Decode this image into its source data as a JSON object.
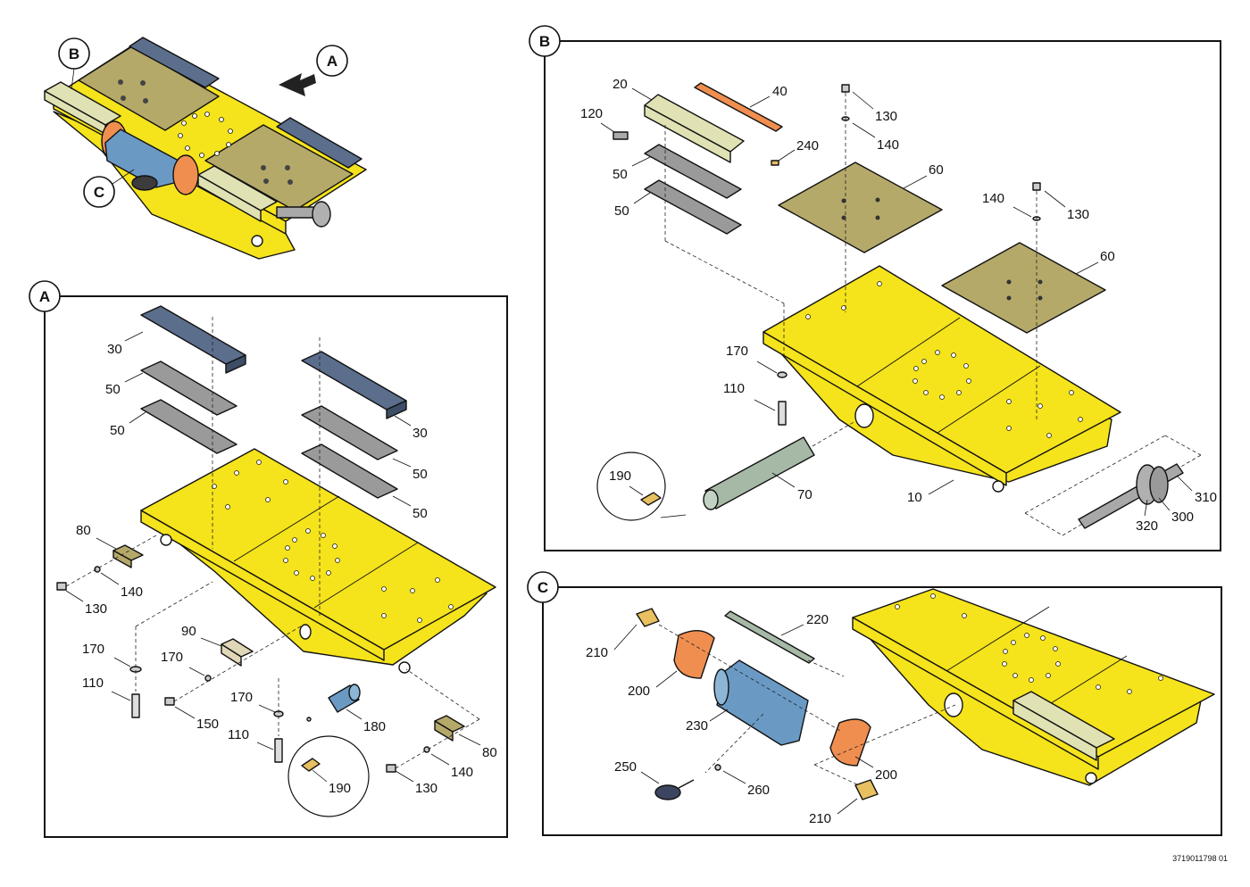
{
  "callouts": {
    "A": "A",
    "B": "B",
    "C": "C"
  },
  "labels": {
    "a30a": "30",
    "a50a": "50",
    "a50b": "50",
    "a30b": "30",
    "a50c": "50",
    "a50d": "50",
    "a80a": "80",
    "a140a": "140",
    "a130a": "130",
    "a170a": "170",
    "a110a": "110",
    "a90": "90",
    "a170b": "170",
    "a150": "150",
    "a170c": "170",
    "a110b": "110",
    "a180": "180",
    "a190": "190",
    "a80b": "80",
    "a140b": "140",
    "a130b": "130",
    "b20": "20",
    "b40": "40",
    "b120": "120",
    "b130a": "130",
    "b140a": "140",
    "b240": "240",
    "b50a": "50",
    "b50b": "50",
    "b60a": "60",
    "b140b": "140",
    "b130b": "130",
    "b60b": "60",
    "b170": "170",
    "b110": "110",
    "b190": "190",
    "b70": "70",
    "b10": "10",
    "b310": "310",
    "b300": "300",
    "b320": "320",
    "c220": "220",
    "c210a": "210",
    "c200a": "200",
    "c230": "230",
    "c250": "250",
    "c260": "260",
    "c200b": "200",
    "c210b": "210"
  },
  "doc_number": "3719011798 01",
  "colors": {
    "frame_yellow": "#f5e31c",
    "pad_olive": "#b5a96a",
    "rail_blue": "#5b6e8c",
    "strip_grey": "#9a9a9a",
    "cream": "#e0e2b4",
    "orange": "#f08e50",
    "steel_blue": "#6a9ac4",
    "pin_green": "#a6b9a6",
    "rod_grey": "#a8a8a8"
  }
}
